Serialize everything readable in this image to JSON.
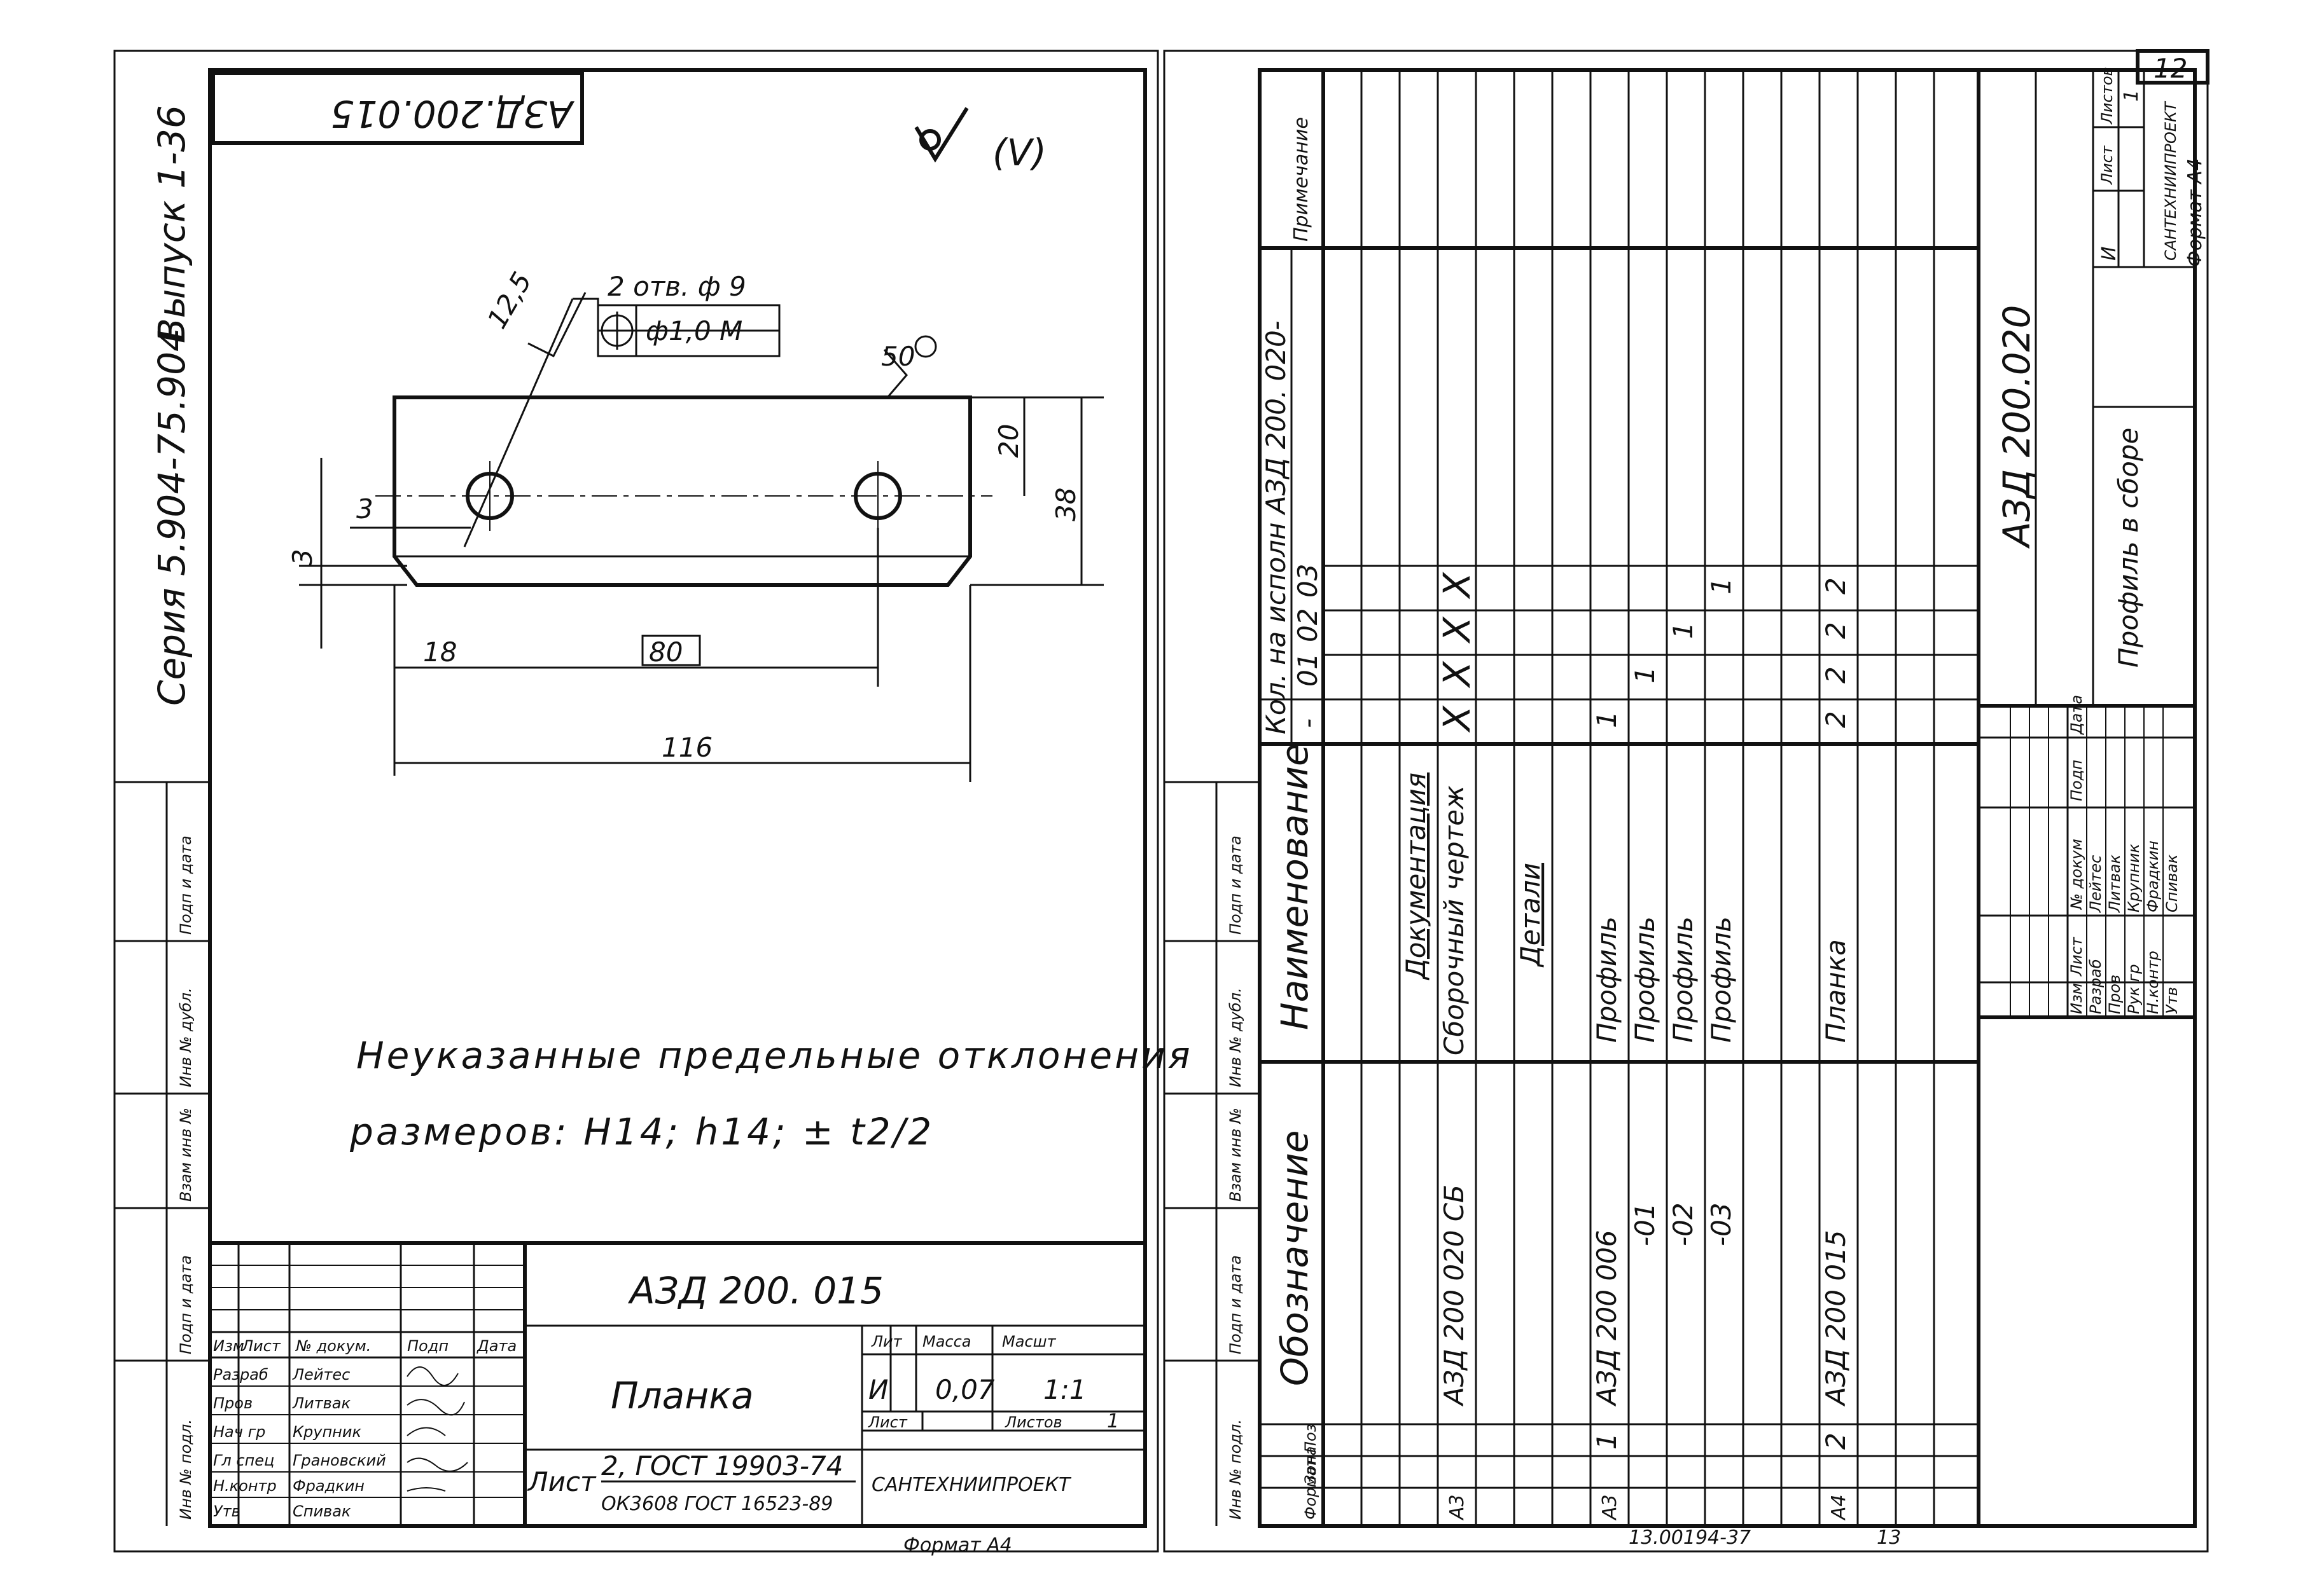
{
  "left_sheet": {
    "side_series": "Серия 5.904-75.904",
    "side_issue": "Выпуск 1-36",
    "stamp_rotated": "АЗД.200.015",
    "roughness_value": "(V)",
    "hole_note": "2 отв. ф 9",
    "position_tol": "ф1,0 М",
    "roughness_top": "12,5",
    "roughness_right": "50",
    "dims": {
      "d3a": "3",
      "d3b": "3",
      "d18": "18",
      "d80": "80",
      "d116": "116",
      "d20": "20",
      "d38": "38"
    },
    "note_line1": "Неуказанные предельные отклонения",
    "note_line2": "размеров: H14; h14; ± t2/2",
    "title_block": {
      "doc_code": "АЗД 200. 015",
      "name": "Планка",
      "col_lit": "Лит",
      "col_mass": "Масса",
      "col_scale": "Масшт",
      "lit": "И",
      "mass": "0,07",
      "scale": "1:1",
      "sheet_label": "Лист",
      "sheets_label": "Листов",
      "sheets": "1",
      "material_top": "2, ГОСТ 19903-74",
      "material_bot": "ОК3608 ГОСТ 16523-89",
      "org": "САНТЕХНИИПРОЕКТ",
      "format": "Формат А4",
      "sign_header": [
        "Изм",
        "Лист",
        "№ докум.",
        "Подп",
        "Дата"
      ],
      "people": [
        {
          "role": "Разраб",
          "name": "Лейтес"
        },
        {
          "role": "Пров",
          "name": "Литвак"
        },
        {
          "role": "Нач гр",
          "name": "Крупник"
        },
        {
          "role": "Гл спец",
          "name": "Грановский"
        },
        {
          "role": "Н.контр",
          "name": "Фрадкин"
        },
        {
          "role": "Утв",
          "name": "Спивак"
        }
      ]
    },
    "side_strip": [
      "Инв № подл.",
      "Подп и дата",
      "Взам инв №",
      "Инв № дубл.",
      "Подп и дата"
    ]
  },
  "right_sheet": {
    "page_number": "12",
    "spec_headers": {
      "format": "Формат",
      "zone": "Зона",
      "pos": "Поз",
      "designation": "Обозначение",
      "name": "Наименование",
      "qty": "Кол. на исполн АЗД 200. 020-",
      "note": "Примечание"
    },
    "qty_cols": [
      "-",
      "01",
      "02",
      "03"
    ],
    "rows": [
      {
        "fmt": "",
        "pos": "",
        "des": "",
        "name": "Документация",
        "q": [
          "",
          "",
          "",
          ""
        ]
      },
      {
        "fmt": "А3",
        "pos": "",
        "des": "АЗД 200 020 СБ",
        "name": "Сборочный чертеж",
        "q": [
          "X",
          "X",
          "X",
          "X"
        ]
      },
      {
        "fmt": "",
        "pos": "",
        "des": "",
        "name": "Детали",
        "q": [
          "",
          "",
          "",
          ""
        ]
      },
      {
        "fmt": "А3",
        "pos": "1",
        "des": "АЗД 200 006",
        "name": "Профиль",
        "q": [
          "1",
          "",
          "",
          ""
        ]
      },
      {
        "fmt": "",
        "pos": "",
        "des": "-01",
        "name": "Профиль",
        "q": [
          "",
          "1",
          "",
          ""
        ]
      },
      {
        "fmt": "",
        "pos": "",
        "des": "-02",
        "name": "Профиль",
        "q": [
          "",
          "",
          "1",
          ""
        ]
      },
      {
        "fmt": "",
        "pos": "",
        "des": "-03",
        "name": "Профиль",
        "q": [
          "",
          "",
          "",
          "1"
        ]
      },
      {
        "fmt": "А4",
        "pos": "2",
        "des": "АЗД 200 015",
        "name": "Планка",
        "q": [
          "2",
          "2",
          "2",
          "2"
        ]
      }
    ],
    "title_block": {
      "doc_code": "АЗД 200.020",
      "name": "Профиль в сборе",
      "lit": "И",
      "sheet_label": "Лист",
      "sheets_label": "Листов",
      "sheets": "1",
      "org": "САНТЕХНИИПРОЕКТ",
      "format": "Формат А4",
      "sign_header": [
        "Изм",
        "Лист",
        "№ докум",
        "Подп",
        "Дата"
      ],
      "people": [
        {
          "role": "Разраб",
          "name": "Лейтес"
        },
        {
          "role": "Пров",
          "name": "Литвак"
        },
        {
          "role": "Рук гр",
          "name": "Крупник"
        },
        {
          "role": "Н.контр",
          "name": "Фрадкин"
        },
        {
          "role": "Утв",
          "name": "Спивак"
        }
      ]
    },
    "side_strip": [
      "Инв № подл.",
      "Подп и дата",
      "Взам инв №",
      "Инв № дубл.",
      "Подп и дата"
    ]
  },
  "footer_stamp": "13.00194-37",
  "footer_page": "13"
}
